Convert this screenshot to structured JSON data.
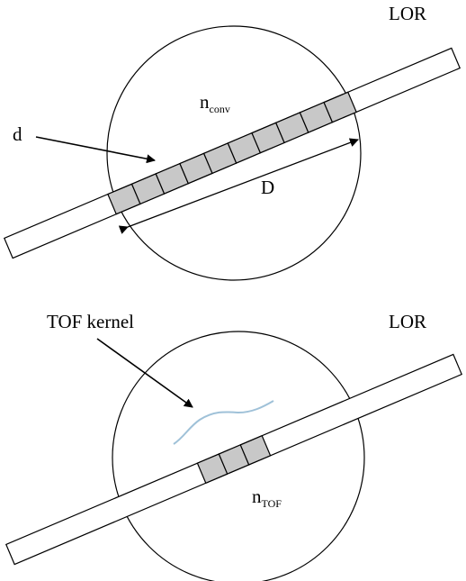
{
  "top_panel": {
    "lor_label": "LOR",
    "n_main": "n",
    "n_sub": "conv",
    "d_label": "d",
    "D_label": "D"
  },
  "bottom_panel": {
    "tof_kernel_label": "TOF kernel",
    "lor_label": "LOR",
    "n_main": "n",
    "n_sub": "TOF"
  },
  "colors": {
    "stroke": "#000000",
    "cell_fill": "#c8c8c8",
    "kernel_curve": "#9fc1d8"
  },
  "top_cell_count": 10,
  "bottom_cell_count": 3
}
